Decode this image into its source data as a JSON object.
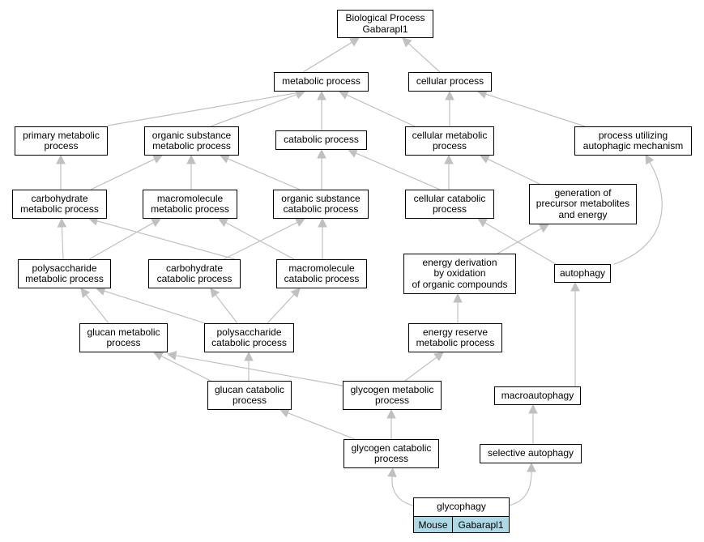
{
  "nodes": {
    "bp": "Biological Process\nGabarapl1",
    "metabolic": "metabolic process",
    "cellular": "cellular process",
    "primary_metabolic": "primary metabolic\nprocess",
    "organic_substance_metabolic": "organic substance\nmetabolic process",
    "catabolic": "catabolic process",
    "cellular_metabolic": "cellular metabolic\nprocess",
    "process_utilizing_autophagic": "process utilizing\nautophagic mechanism",
    "carbohydrate_metabolic": "carbohydrate\nmetabolic process",
    "macromolecule_metabolic": "macromolecule\nmetabolic process",
    "organic_substance_catabolic": "organic substance\ncatabolic process",
    "cellular_catabolic": "cellular catabolic\nprocess",
    "generation_precursor": "generation of\nprecursor metabolites\nand energy",
    "polysaccharide_metabolic": "polysaccharide\nmetabolic process",
    "carbohydrate_catabolic": "carbohydrate\ncatabolic process",
    "macromolecule_catabolic": "macromolecule\ncatabolic process",
    "energy_derivation": "energy derivation\nby oxidation\nof organic compounds",
    "autophagy": "autophagy",
    "glucan_metabolic": "glucan metabolic\nprocess",
    "polysaccharide_catabolic": "polysaccharide\ncatabolic process",
    "energy_reserve": "energy reserve\nmetabolic process",
    "glucan_catabolic": "glucan catabolic\nprocess",
    "glycogen_metabolic": "glycogen metabolic\nprocess",
    "macroautophagy": "macroautophagy",
    "glycogen_catabolic": "glycogen catabolic\nprocess",
    "selective_autophagy": "selective autophagy",
    "glycophagy": "glycophagy"
  },
  "tags": {
    "species": "Mouse",
    "gene": "Gabarapl1"
  },
  "colors": {
    "edge": "#c0c0c0",
    "node_border": "#000000",
    "tag_fill": "#add8e6"
  }
}
